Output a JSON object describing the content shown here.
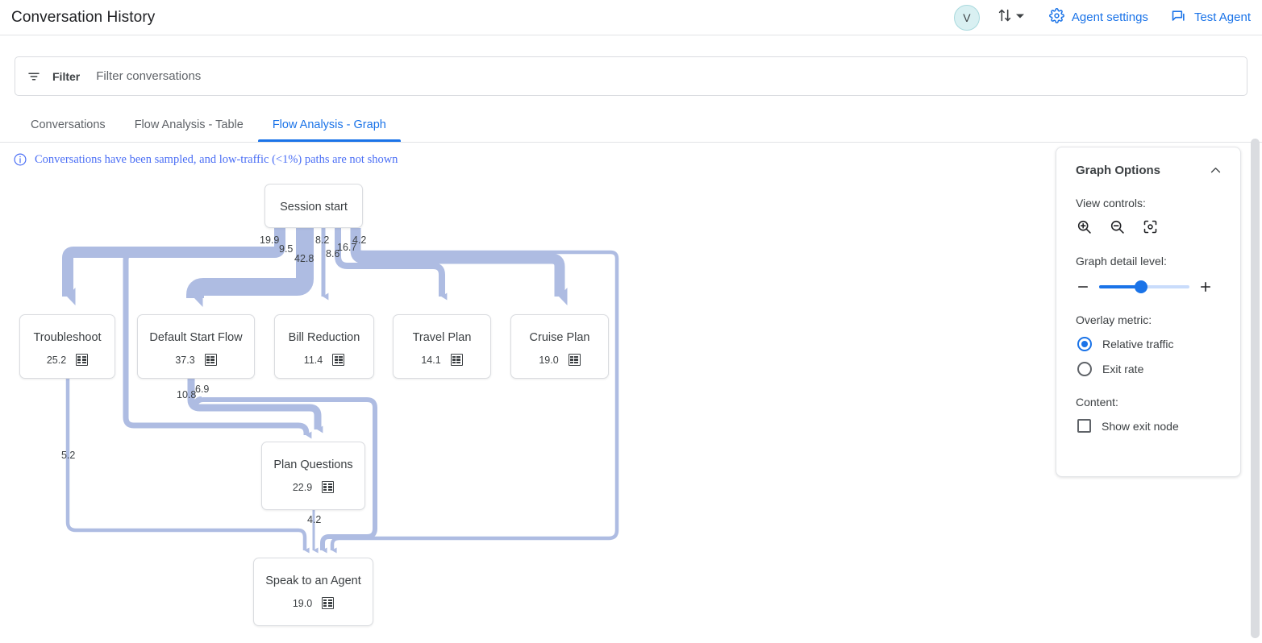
{
  "header": {
    "title": "Conversation History",
    "avatar_initial": "V",
    "swap_icon": "swap-vert-icon",
    "dropdown_icon": "chevron-down-icon",
    "actions": [
      {
        "label": "Agent settings",
        "icon": "gear-icon"
      },
      {
        "label": "Test Agent",
        "icon": "chat-bubble-icon"
      }
    ]
  },
  "filter": {
    "icon": "filter-icon",
    "label": "Filter",
    "placeholder": "Filter conversations",
    "value": ""
  },
  "tabs": [
    {
      "label": "Conversations",
      "active": false
    },
    {
      "label": "Flow Analysis - Table",
      "active": false
    },
    {
      "label": "Flow Analysis - Graph",
      "active": true
    }
  ],
  "info_banner": {
    "icon": "info-circle-icon",
    "text": "Conversations have been sampled, and low-traffic (<1%) paths are not shown"
  },
  "graph": {
    "nodes": [
      {
        "id": "session-start",
        "label": "Session start",
        "value": null
      },
      {
        "id": "troubleshoot",
        "label": "Troubleshoot",
        "value": "25.2",
        "icon": "table-icon"
      },
      {
        "id": "default-start-flow",
        "label": "Default Start Flow",
        "value": "37.3",
        "icon": "table-icon"
      },
      {
        "id": "bill-reduction",
        "label": "Bill Reduction",
        "value": "11.4",
        "icon": "table-icon"
      },
      {
        "id": "travel-plan",
        "label": "Travel Plan",
        "value": "14.1",
        "icon": "table-icon"
      },
      {
        "id": "cruise-plan",
        "label": "Cruise Plan",
        "value": "19.0",
        "icon": "table-icon"
      },
      {
        "id": "plan-questions",
        "label": "Plan Questions",
        "value": "22.9",
        "icon": "table-icon"
      },
      {
        "id": "speak-to-an-agent",
        "label": "Speak to an Agent",
        "value": "19.0",
        "icon": "table-icon"
      }
    ],
    "edge_labels": [
      {
        "id": "e-19-9",
        "value": "19.9"
      },
      {
        "id": "e-9-5",
        "value": "9.5"
      },
      {
        "id": "e-42-8",
        "value": "42.8"
      },
      {
        "id": "e-8-2",
        "value": "8.2"
      },
      {
        "id": "e-8-6",
        "value": "8.6"
      },
      {
        "id": "e-16-7",
        "value": "16.7"
      },
      {
        "id": "e-4-2-top",
        "value": "4.2"
      },
      {
        "id": "e-10-8",
        "value": "10.8"
      },
      {
        "id": "e-6-9",
        "value": "6.9"
      },
      {
        "id": "e-5-2",
        "value": "5.2"
      },
      {
        "id": "e-4-2-bottom",
        "value": "4.2"
      }
    ]
  },
  "graph_options": {
    "title": "Graph Options",
    "collapse_icon": "chevron-up-icon",
    "view_controls_label": "View controls:",
    "view_controls": [
      {
        "name": "zoom-in",
        "icon": "zoom-in-icon"
      },
      {
        "name": "zoom-out",
        "icon": "zoom-out-icon"
      },
      {
        "name": "fit-to-screen",
        "icon": "center-focus-icon"
      }
    ],
    "detail_level_label": "Graph detail level:",
    "detail_decrease_icon": "minus-icon",
    "detail_increase_icon": "plus-icon",
    "overlay_metric_label": "Overlay metric:",
    "overlay_options": [
      {
        "label": "Relative traffic",
        "selected": true
      },
      {
        "label": "Exit rate",
        "selected": false
      }
    ],
    "content_label": "Content:",
    "content_options": [
      {
        "label": "Show exit node",
        "checked": false
      }
    ]
  },
  "colors": {
    "accent_blue": "#1a73e8",
    "edge_blue": "#aebce2",
    "banner_blue": "#4a6ef5",
    "avatar_bg": "#d9f0f2"
  }
}
